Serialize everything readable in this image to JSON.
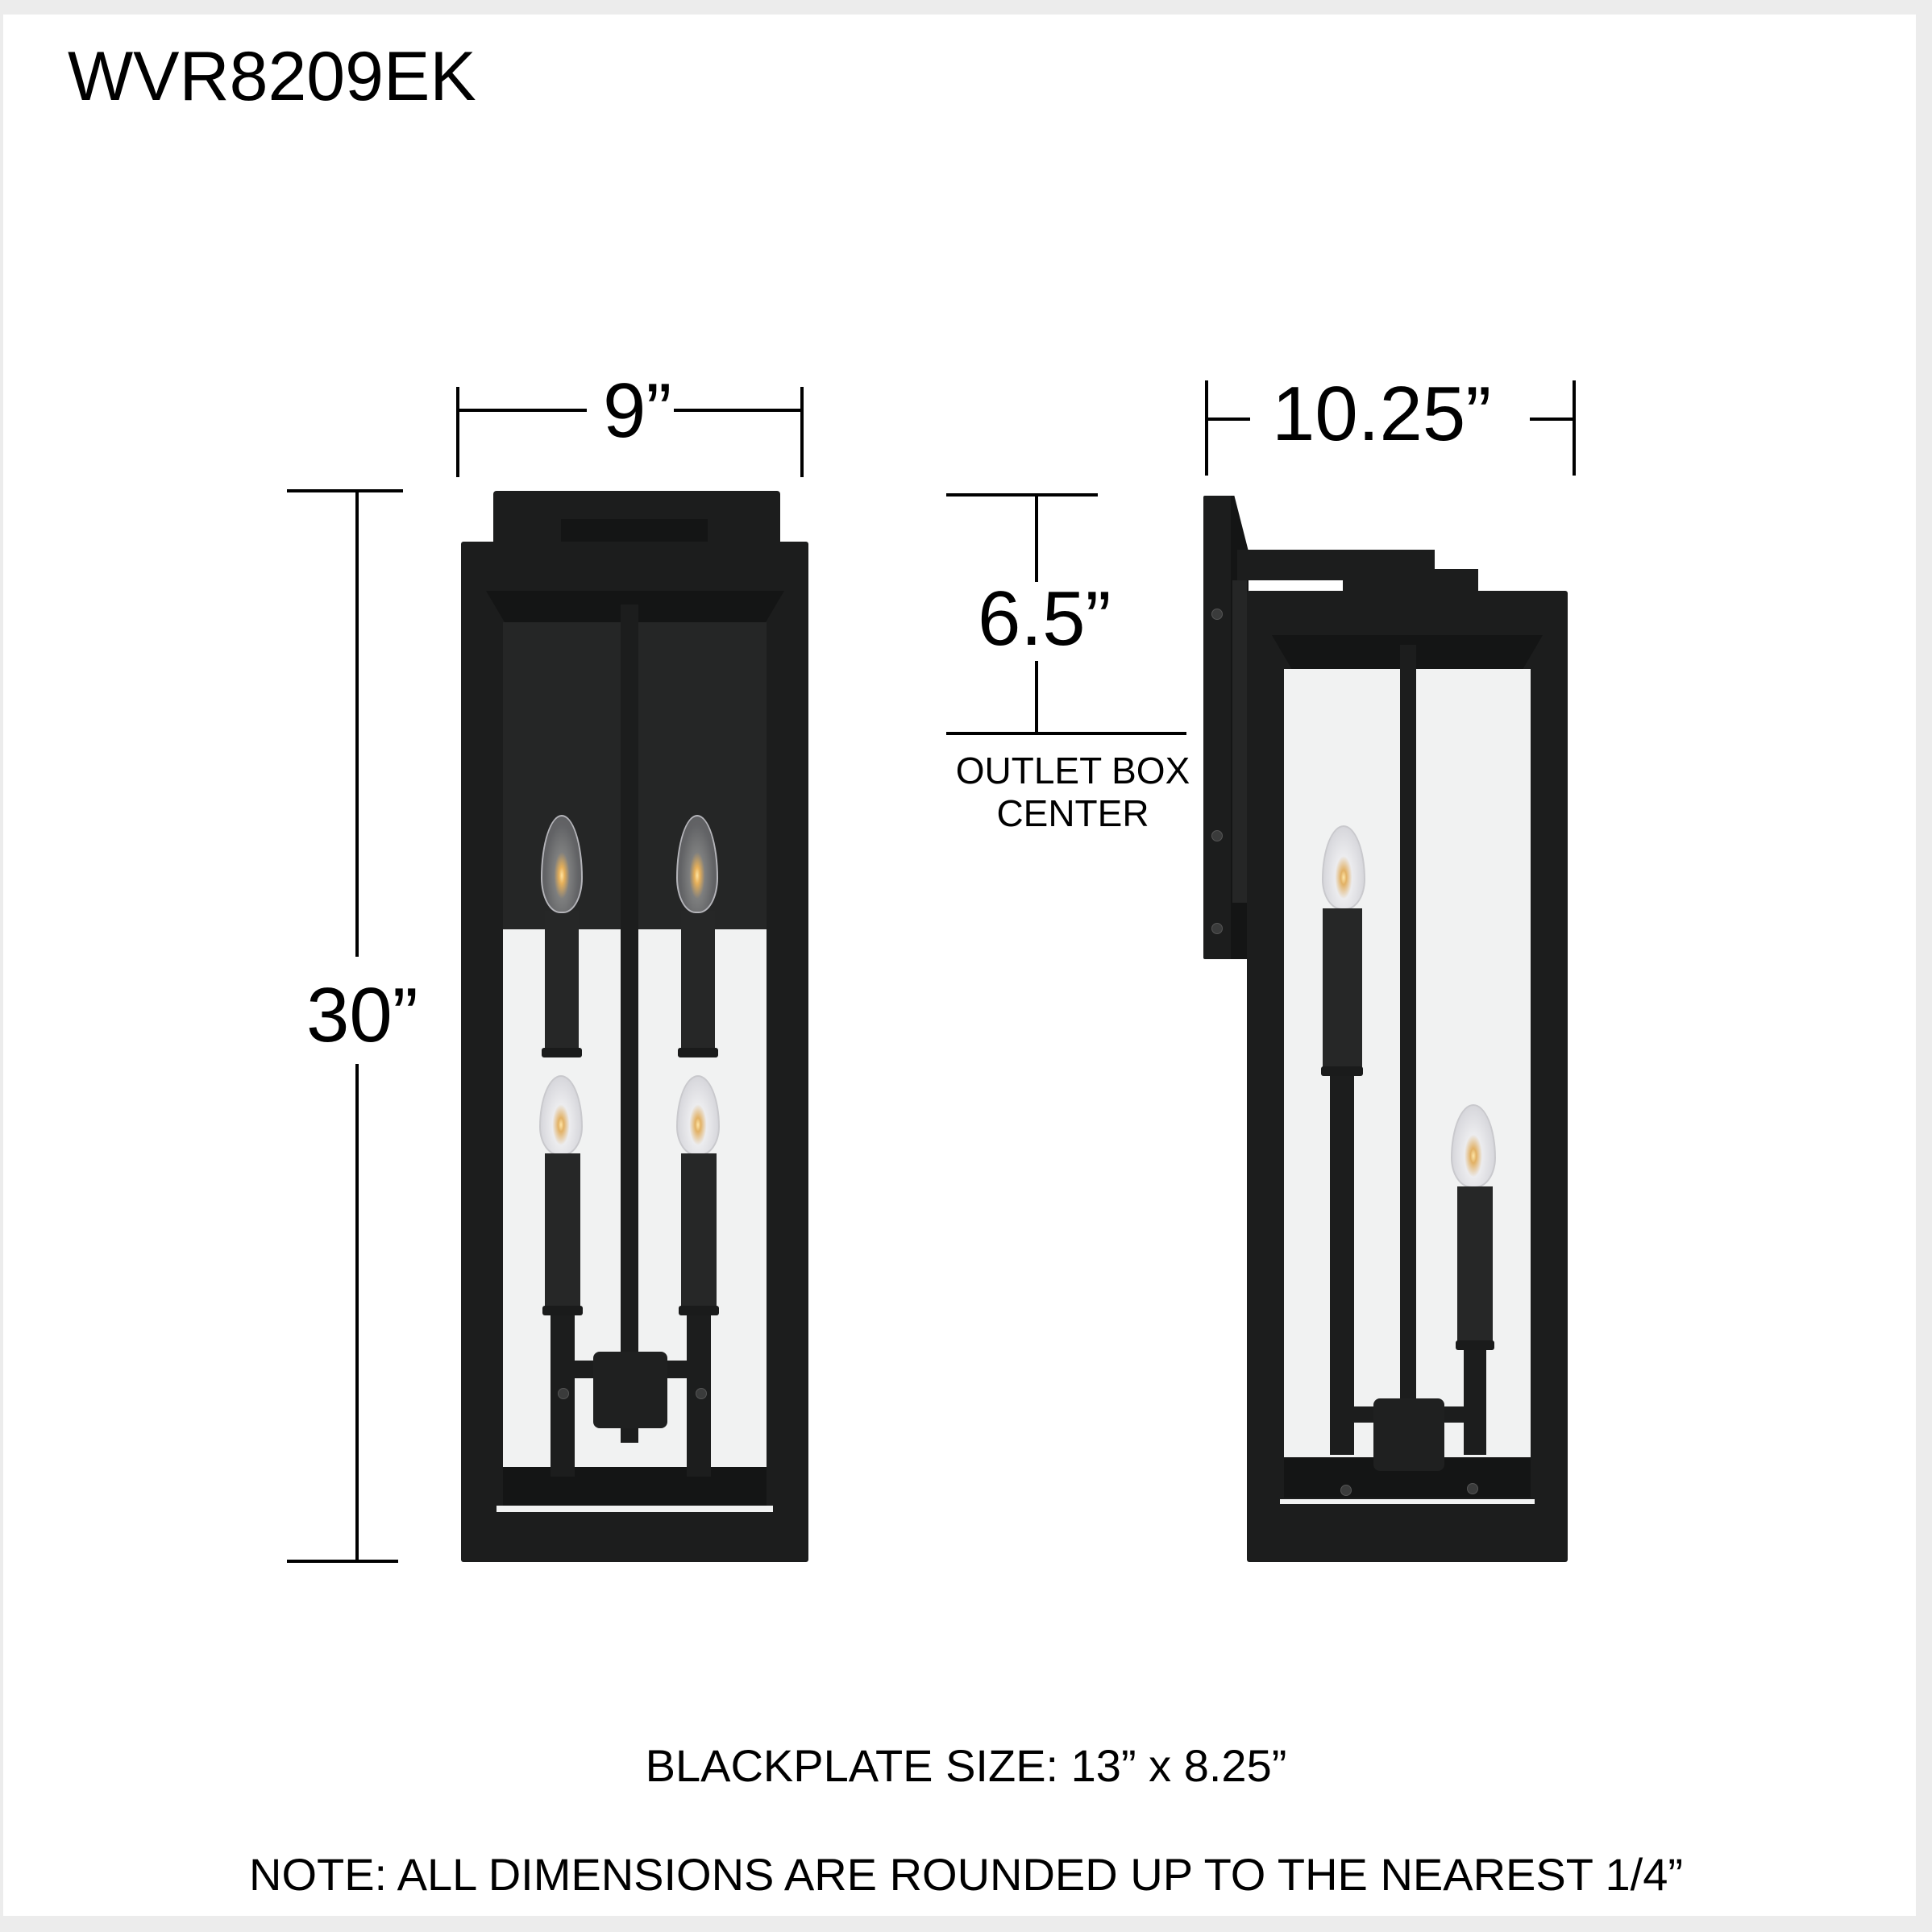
{
  "document": {
    "model_number": "WVR8209EK",
    "background_color": "#ffffff",
    "border_color": "#ececec",
    "fixture_color": "#1c1d1d"
  },
  "front_view": {
    "width_label": "9”",
    "height_label": "30”",
    "bulb_count": 4
  },
  "side_view": {
    "depth_label": "10.25”",
    "outlet_offset_label": "6.5”",
    "outlet_caption_line1": "OUTLET BOX",
    "outlet_caption_line2": "CENTER",
    "bulb_count": 2
  },
  "footer": {
    "backplate_size": "BLACKPLATE SIZE: 13” x 8.25”",
    "note": "NOTE: ALL DIMENSIONS ARE ROUNDED UP TO THE NEAREST 1/4”"
  }
}
